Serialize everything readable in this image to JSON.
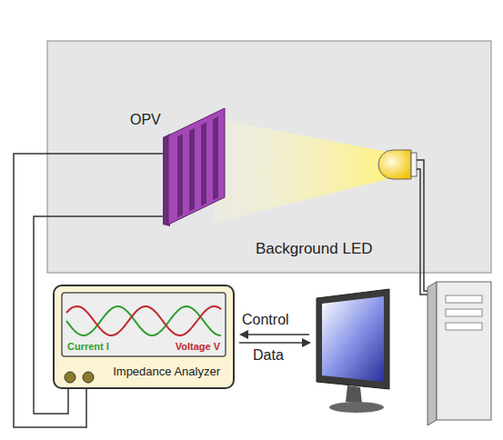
{
  "diagram": {
    "nodes": [
      {
        "text": [
          "Background LED"
        ]
      },
      {
        "text": [
          "OPV"
        ],
        "in": 0
      },
      {
        "text": [
          "Current I",
          "Voltage V",
          "Impedance Analyzer"
        ]
      }
    ],
    "edges": [
      {
        "from": 1,
        "to": 2,
        "arrow": "none"
      },
      {
        "from": 1,
        "to": 2,
        "arrow": "none"
      }
    ],
    "labels": [
      "Control",
      "Data"
    ]
  }
}
